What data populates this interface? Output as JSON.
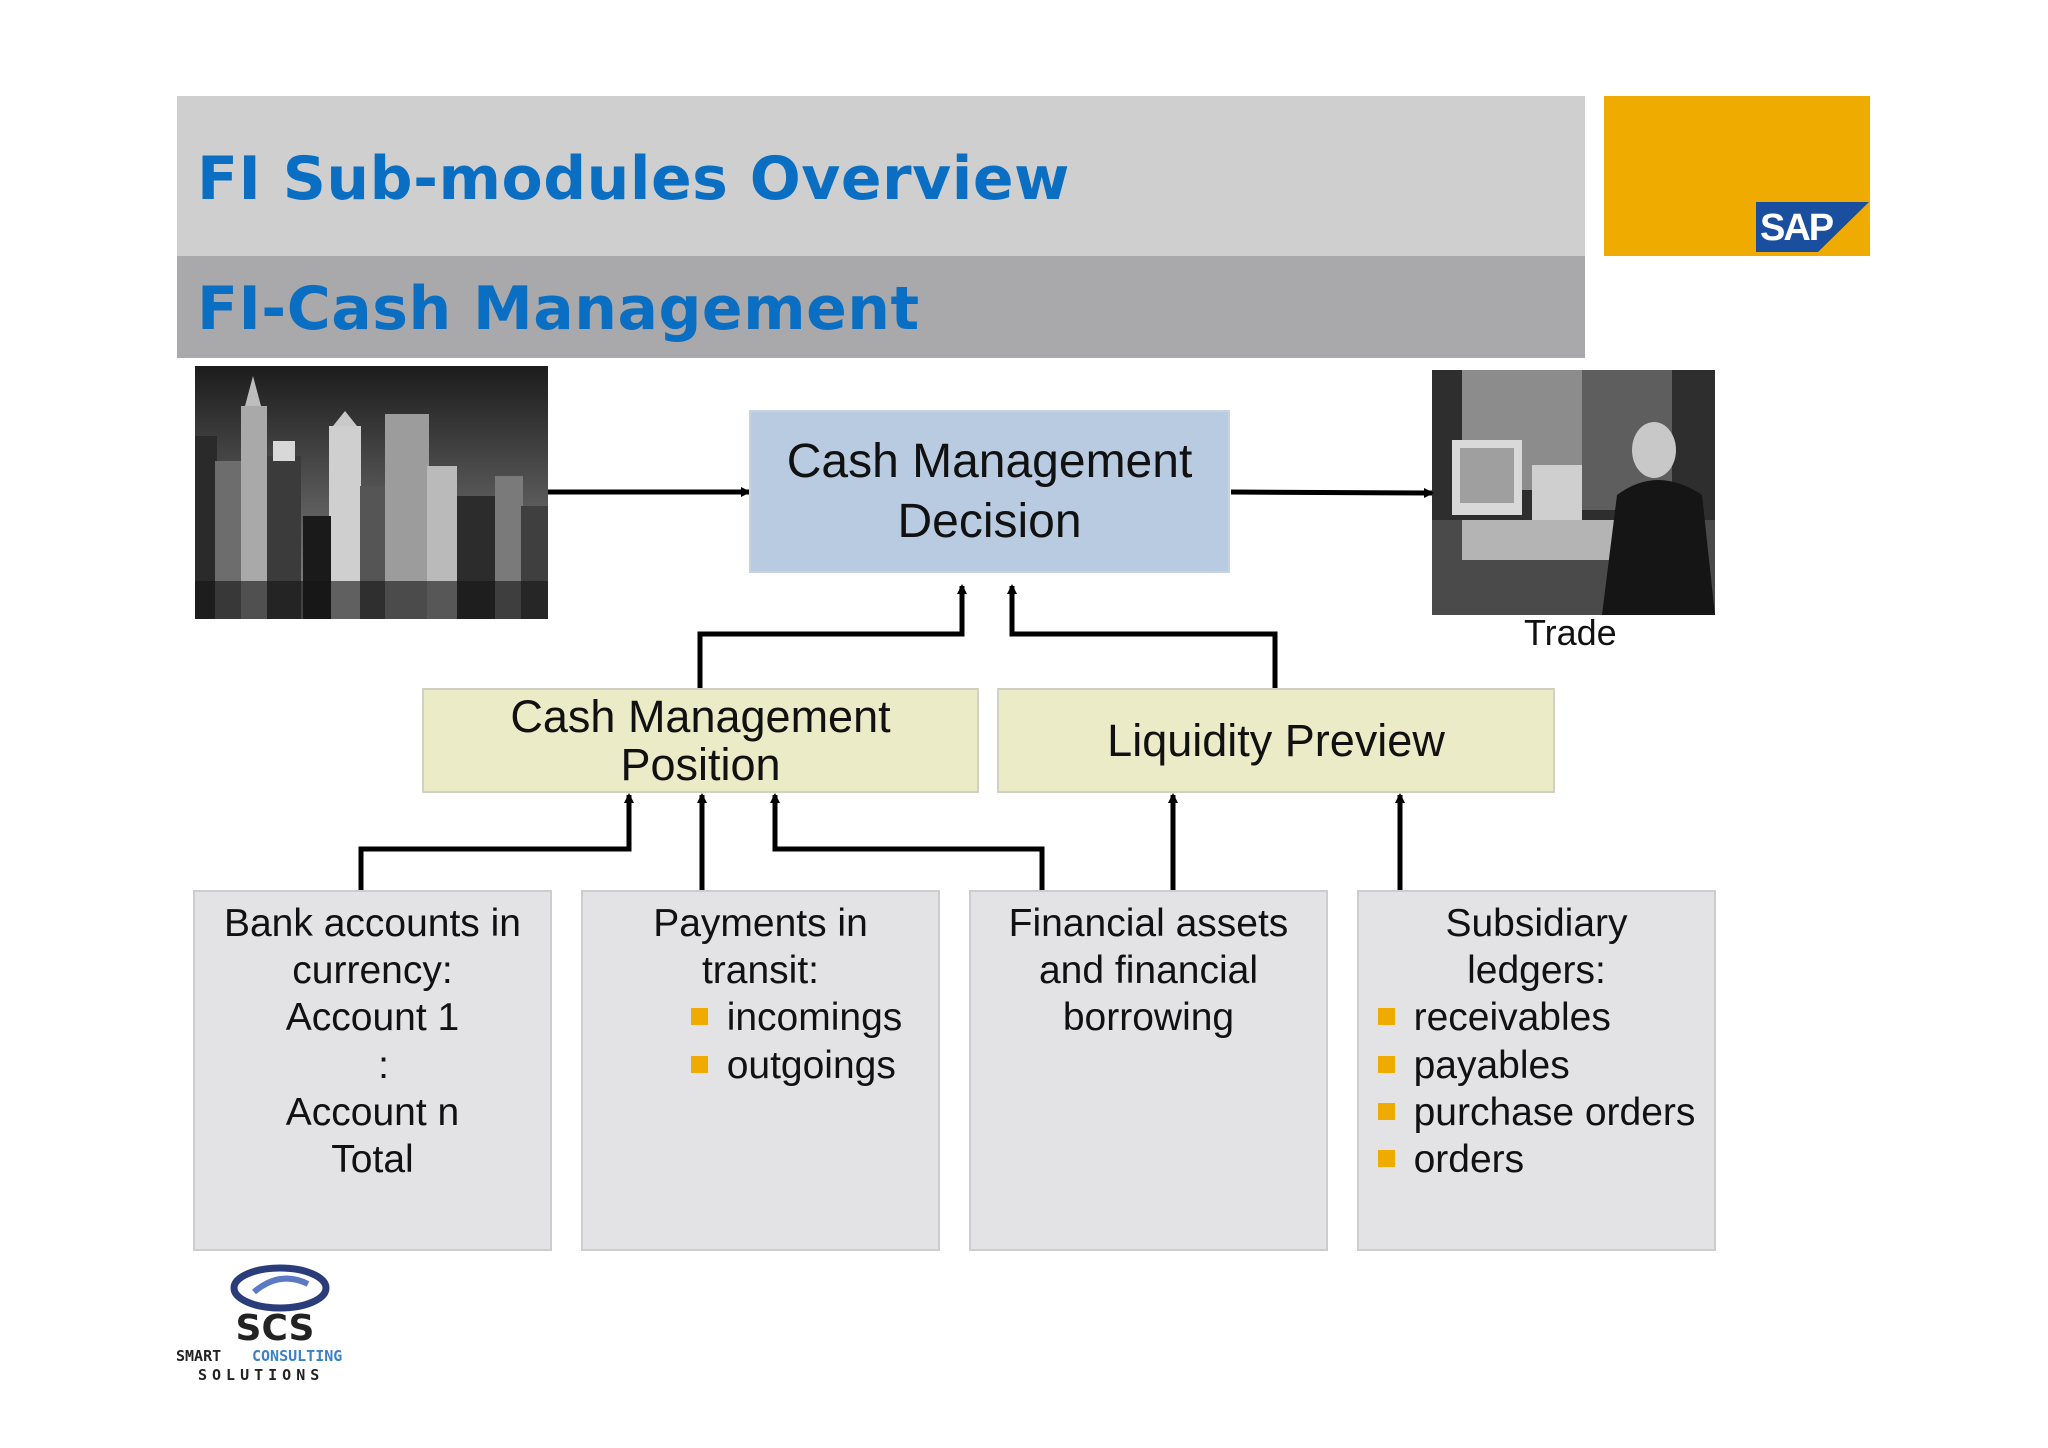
{
  "header": {
    "title": "FI Sub-modules Overview",
    "subtitle": "FI-Cash Management",
    "sap_logo_text": "SAP",
    "brand_colors": {
      "title_blue": "#0a6fc2",
      "sap_orange": "#efab00"
    }
  },
  "diagram": {
    "decision": [
      "Cash Management",
      "Decision"
    ],
    "trade_label": "Trade",
    "position": [
      "Cash Management",
      "Position"
    ],
    "liquidity": "Liquidity Preview",
    "bank": {
      "lines": [
        "Bank accounts in",
        "currency:",
        "Account 1",
        ":",
        "Account n",
        "Total"
      ]
    },
    "payments": {
      "heading": [
        "Payments in",
        "transit:"
      ],
      "bullets": [
        "incomings",
        "outgoings"
      ]
    },
    "financial": {
      "lines": [
        "Financial assets",
        "and financial",
        "borrowing"
      ]
    },
    "subsidiary": {
      "heading": [
        "Subsidiary",
        "ledgers:"
      ],
      "bullets": [
        "receivables",
        "payables",
        "purchase orders",
        "orders"
      ]
    },
    "icons": [
      "city-skyline-image",
      "office-worker-image"
    ]
  },
  "footer": {
    "logo_letters": "SCS",
    "logo_line1_a": "SMART",
    "logo_line1_b": "CONSULTING",
    "logo_line2": "SOLUTIONS"
  }
}
